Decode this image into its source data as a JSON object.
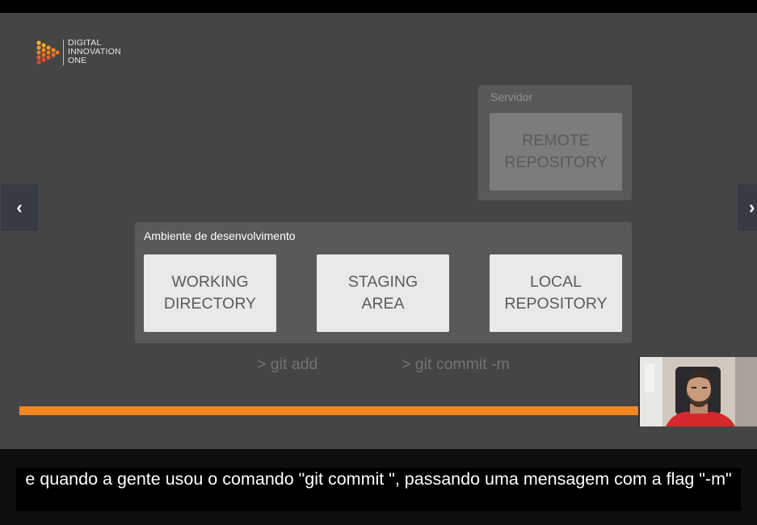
{
  "logo": {
    "line1": "DIGITAL",
    "line2": "INNOVATION",
    "line3": "ONE"
  },
  "server": {
    "label": "Servidor",
    "box": {
      "line1": "REMOTE",
      "line2": "REPOSITORY"
    }
  },
  "dev": {
    "label": "Ambiente de desenvolvimento",
    "working": {
      "line1": "WORKING",
      "line2": "DIRECTORY"
    },
    "staging": {
      "line1": "STAGING",
      "line2": "AREA"
    },
    "local": {
      "line1": "LOCAL",
      "line2": "REPOSITORY"
    }
  },
  "commands": {
    "add": "> git add",
    "commit": "> git commit -m"
  },
  "nav": {
    "prev": "‹",
    "next": "›"
  },
  "progress_color": "#f4861f",
  "caption": "e quando a gente usou o comando \"git commit \", passando uma mensagem com a flag \"-m\""
}
